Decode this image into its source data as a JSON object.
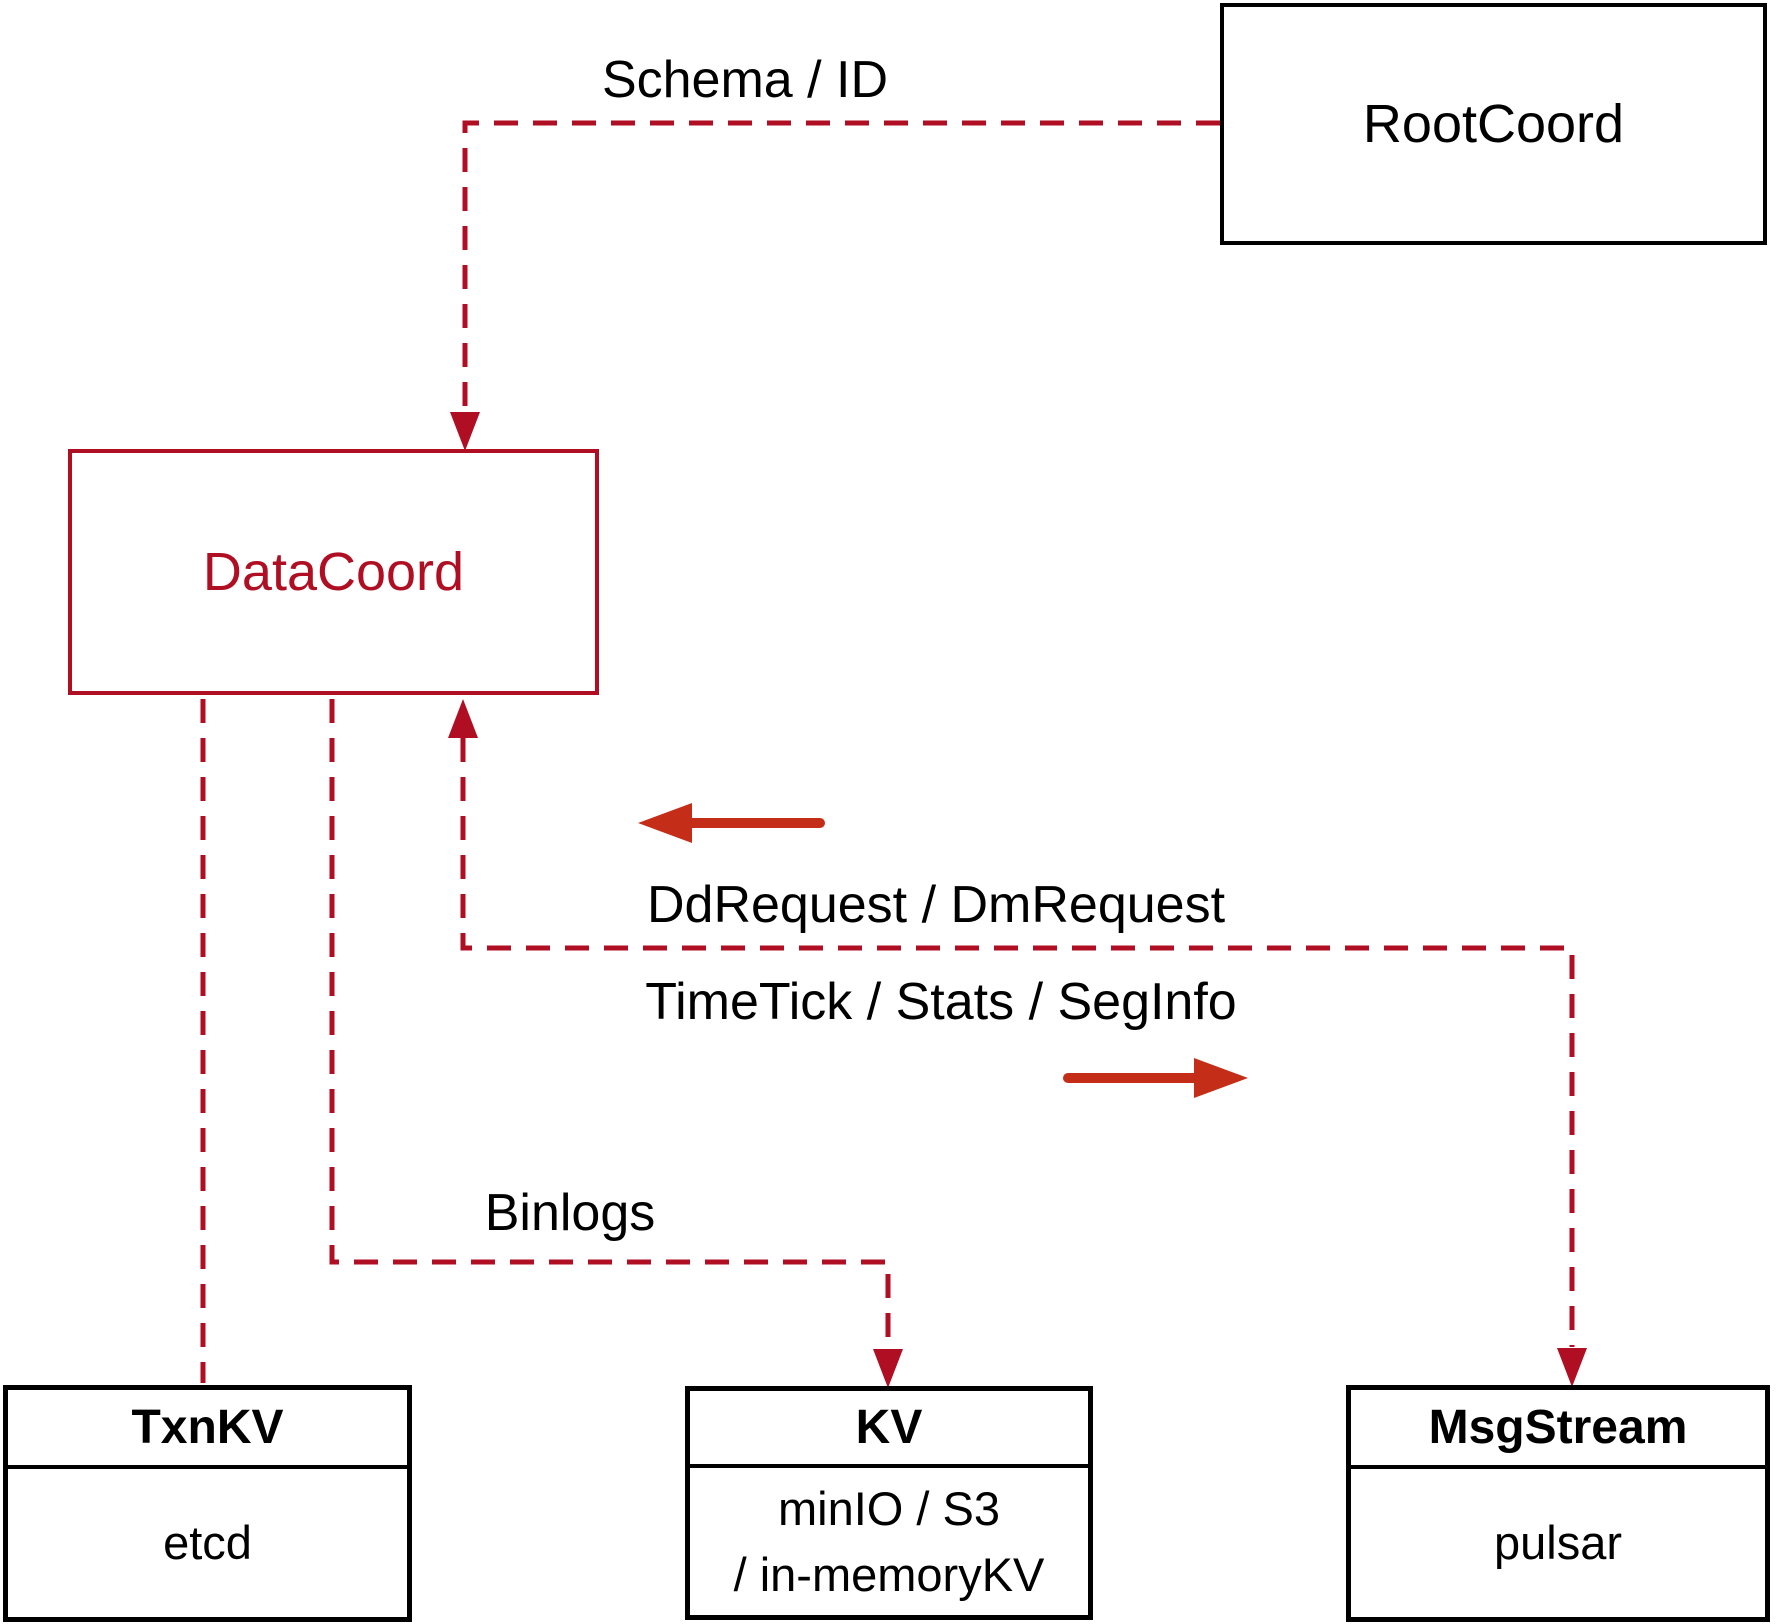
{
  "diagram": {
    "nodes": {
      "rootcoord": {
        "title": "RootCoord"
      },
      "datacoord": {
        "title": "DataCoord"
      },
      "txnkv": {
        "title": "TxnKV",
        "impl": "etcd"
      },
      "kv": {
        "title": "KV",
        "impl_line1": "minIO / S3",
        "impl_line2": "/ in-memoryKV"
      },
      "msgstream": {
        "title": "MsgStream",
        "impl": "pulsar"
      }
    },
    "edge_labels": {
      "schema_id": "Schema / ID",
      "dd_dm_request": "DdRequest / DmRequest",
      "timetick_stats_seginfo": "TimeTick / Stats / SegInfo",
      "binlogs": "Binlogs"
    },
    "colors": {
      "connector_red": "#b00e23",
      "bold_arrow_red": "#c42e18",
      "box_border_black": "#000000"
    }
  }
}
